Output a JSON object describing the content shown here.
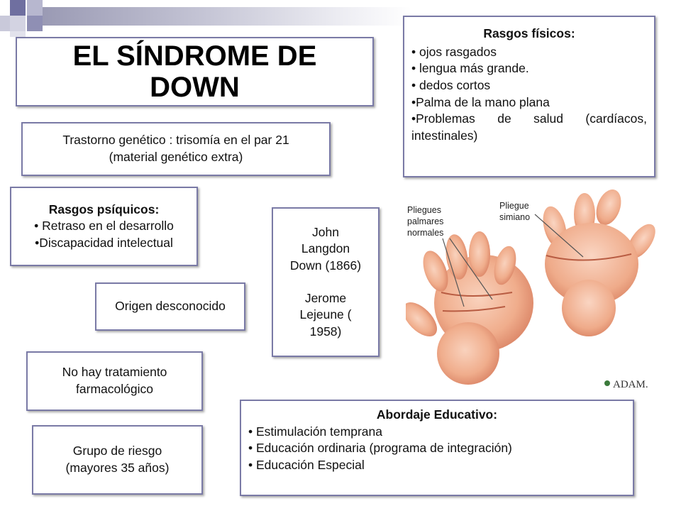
{
  "title": {
    "line1": "EL  SÍNDROME  DE",
    "line2": "DOWN"
  },
  "rasgos_fisicos": {
    "header": "Rasgos físicos:",
    "items": [
      "• ojos rasgados",
      "• lengua más grande.",
      "• dedos cortos",
      "•Palma de la mano plana",
      "•Problemas de salud (cardíacos, intestinales)"
    ]
  },
  "trastorno": {
    "line1": "Trastorno genético : trisomía en el par 21",
    "line2": "(material genético extra)"
  },
  "rasgos_psiquicos": {
    "header": "Rasgos psíquicos:",
    "items": [
      "• Retraso en el desarrollo",
      "•Discapacidad intelectual"
    ]
  },
  "investigadores": {
    "lines1": [
      "John",
      "Langdon",
      "Down (1866)"
    ],
    "lines2": [
      "Jerome",
      "Lejeune (",
      "1958)"
    ]
  },
  "origen": {
    "text": "Origen desconocido"
  },
  "tratamiento": {
    "line1": "No hay tratamiento",
    "line2": "farmacológico"
  },
  "riesgo": {
    "line1": "Grupo de riesgo",
    "line2": "(mayores 35 años)"
  },
  "abordaje": {
    "header": "Abordaje Educativo:",
    "items": [
      "• Estimulación temprana",
      "• Educación ordinaria (programa de integración)",
      "• Educación Especial"
    ]
  },
  "illustration": {
    "label_left": [
      "Pliegues",
      "palmares",
      "normales"
    ],
    "label_right": [
      "Pliegue",
      "simiano"
    ],
    "credit": "ADAM."
  },
  "colors": {
    "border": "#7a7aa6",
    "skin": "#f2b79a",
    "skin_shadow": "#d98466"
  }
}
